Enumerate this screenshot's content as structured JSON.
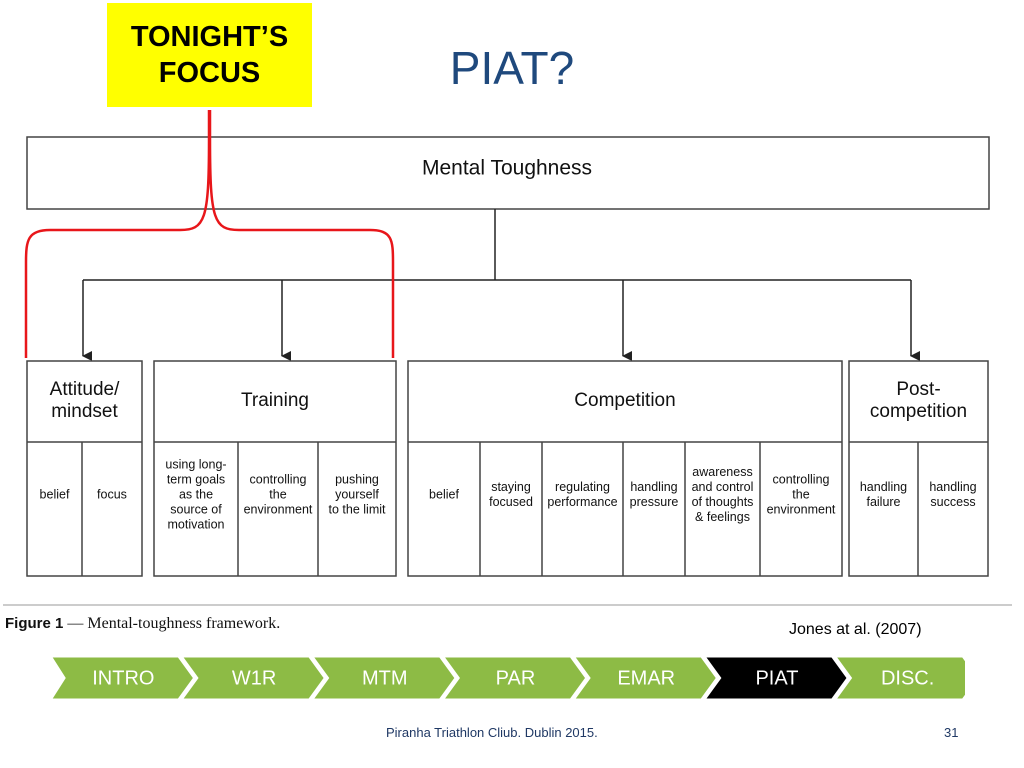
{
  "callout": {
    "line1": "TONIGHT’S",
    "line2": "FOCUS"
  },
  "title": "PIAT?",
  "diagram": {
    "root": "Mental Toughness",
    "pillars": [
      {
        "name": "attitude",
        "label_lines": [
          "Attitude/",
          "mindset"
        ],
        "subs": [
          [
            "belief"
          ],
          [
            "focus"
          ]
        ]
      },
      {
        "name": "training",
        "label_lines": [
          "Training"
        ],
        "subs": [
          [
            "using long-",
            "term goals",
            "as the",
            "source of",
            "motivation"
          ],
          [
            "controlling",
            "the",
            "environment"
          ],
          [
            "pushing",
            "yourself",
            "to the limit"
          ]
        ]
      },
      {
        "name": "competition",
        "label_lines": [
          "Competition"
        ],
        "subs": [
          [
            "belief"
          ],
          [
            "staying",
            "focused"
          ],
          [
            "regulating",
            "performance"
          ],
          [
            "handling",
            "pressure"
          ],
          [
            "awareness",
            "and control",
            "of thoughts",
            "& feelings"
          ],
          [
            "controlling",
            "the",
            "environment"
          ]
        ]
      },
      {
        "name": "post-competition",
        "label_lines": [
          "Post-",
          "competition"
        ],
        "subs": [
          [
            "handling",
            "failure"
          ],
          [
            "handling",
            "success"
          ]
        ]
      }
    ],
    "caption_bold": "Figure 1",
    "caption_text": " — Mental-toughness framework.",
    "bracket_color": "#e8161a"
  },
  "citation": "Jones at al. (2007)",
  "nav": {
    "items": [
      "INTRO",
      "W1R",
      "MTM",
      "PAR",
      "EMAR",
      "PIAT",
      "DISC."
    ],
    "active": 5,
    "colors": {
      "inactive": "#8dbb45",
      "active": "#000000",
      "text": "#ffffff"
    }
  },
  "footer": "Piranha Triathlon Cliub. Dublin 2015.",
  "page_number": "31"
}
